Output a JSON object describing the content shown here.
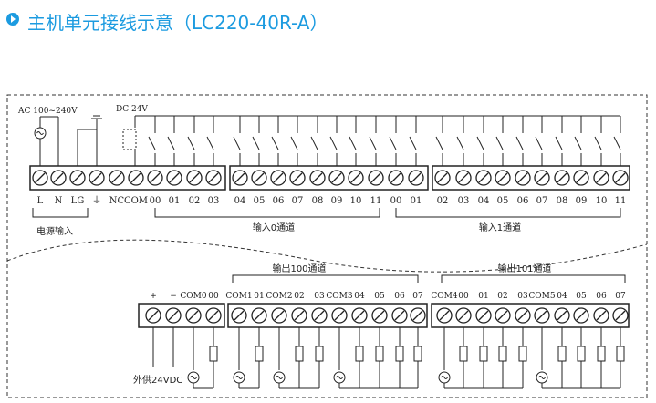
{
  "header": {
    "title": "主机单元接线示意（LC220-40R-A）",
    "icon": "play-circle-icon",
    "color": "#1c9be0"
  },
  "power": {
    "ac_label": "AC 100~240V",
    "dc_label": "DC 24V",
    "terminals": [
      "L",
      "N",
      "LG",
      "⏚",
      "NC",
      "COM"
    ],
    "group_label": "电源输入"
  },
  "inputs": {
    "ch0": {
      "terminals": [
        "00",
        "01",
        "02",
        "03",
        "04",
        "05",
        "06",
        "07",
        "08",
        "09",
        "10",
        "11"
      ],
      "label": "输入0通道"
    },
    "ch1": {
      "terminals": [
        "00",
        "01",
        "02",
        "03",
        "04",
        "05",
        "06",
        "07",
        "08",
        "09",
        "10",
        "11"
      ],
      "label": "输入1通道"
    }
  },
  "outputs": {
    "ch100": {
      "label": "输出100通道",
      "terminals": [
        "+",
        "−",
        "COM0",
        "00",
        "COM1",
        "01",
        "COM2",
        "02",
        "03",
        "COM3",
        "04",
        "05",
        "06",
        "07"
      ]
    },
    "ch101": {
      "label": "输出101通道",
      "terminals": [
        "COM4",
        "00",
        "01",
        "02",
        "03",
        "COM5",
        "04",
        "05",
        "06",
        "07"
      ]
    },
    "supply_label": "外供24VDC"
  }
}
